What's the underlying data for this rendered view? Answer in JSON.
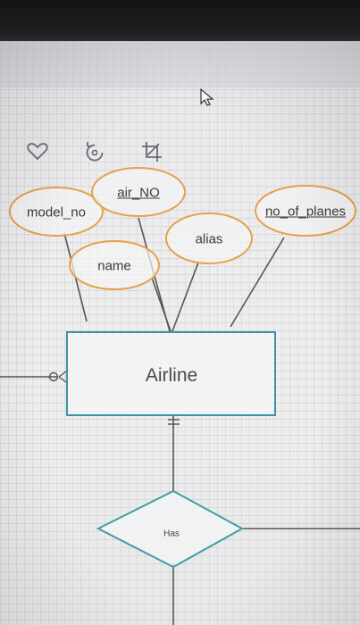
{
  "toolbar": {
    "icons": [
      "heart-icon",
      "rotate-icon",
      "crop-icon"
    ]
  },
  "diagram": {
    "attributes": {
      "air_no": "air_NO",
      "model_no": "model_no",
      "name": "name",
      "alias": "alias",
      "no_of_planes": "no_of_planes"
    },
    "entity": "Airline",
    "relationship": "Has"
  },
  "colors": {
    "attribute_outline": "#e5a24a",
    "entity_outline": "#3d93a8",
    "relationship_outline": "#3f9fa4",
    "connector": "#555555"
  }
}
